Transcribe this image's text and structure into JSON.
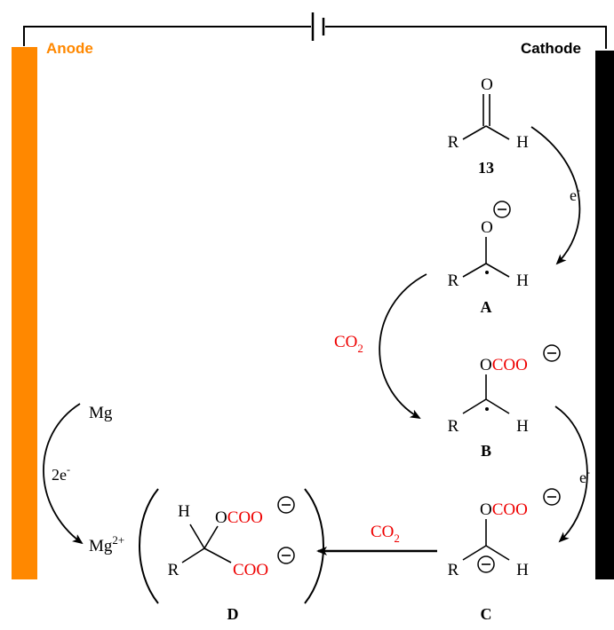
{
  "colors": {
    "anode": "#ff8800",
    "cathode": "#000000",
    "accent": "#ee0000",
    "ink": "#000000"
  },
  "electrodes": {
    "anode_label": "Anode",
    "cathode_label": "Cathode"
  },
  "atoms": {
    "O": "O",
    "R": "R",
    "H": "H",
    "OCOO": "OCOO",
    "COO": "COO",
    "Mg": "Mg",
    "Mg_ion": "Mg",
    "Mg_charge": "2+",
    "minus": "−",
    "dot": "·"
  },
  "compounds": {
    "c13": "13",
    "A": "A",
    "B": "B",
    "C": "C",
    "D": "D"
  },
  "reagents": {
    "electron": "e",
    "electron_sup": "-",
    "two_electron": "2e",
    "co2_base": "CO",
    "co2_sub": "2"
  }
}
